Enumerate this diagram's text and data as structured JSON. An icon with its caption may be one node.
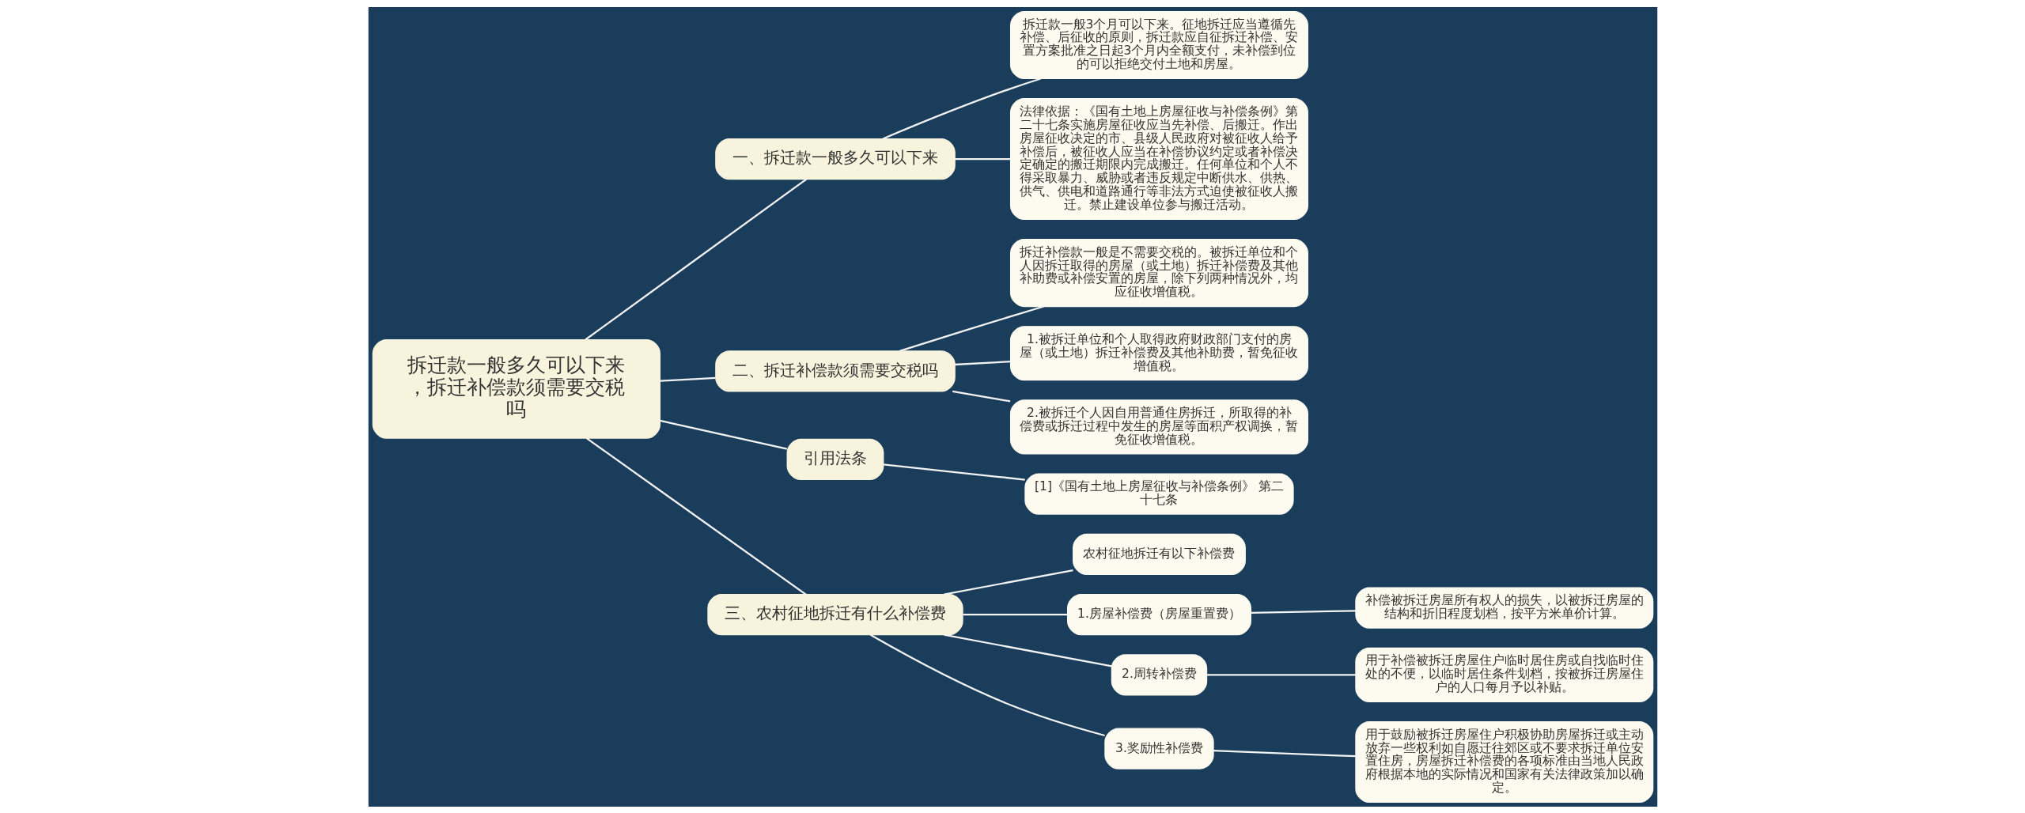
{
  "diagram": {
    "nodes": [
      {
        "text": [
          "拆迁款一般多久可以下来，拆迁补偿款须需要交税吗"
        ]
      },
      {
        "text": [
          "一、拆迁款一般多久可以下来"
        ]
      },
      {
        "text": [
          "拆迁款一般3个月可以下来。征地拆迁应当遵循先补偿、后征收的原则，拆迁款应自征拆迁补偿、安置方案批准之日起3个月内全额支付，未补偿到位的可以拒绝交付土地和房屋。"
        ]
      },
      {
        "text": [
          "法律依据：《国有土地上房屋征收与补偿条例》第二十七条实施房屋征收应当先补偿、后搬迁。作出房屋征收决定的市、县级人民政府对被征收人给予补偿后，被征收人应当在补偿协议约定或者补偿决定确定的搬迁期限内完成搬迁。任何单位和个人不得采取暴力、威胁或者违反规定中断供水、供热、供气、供电和道路通行等非法方式迫使被征收人搬迁。禁止建设单位参与搬迁活动。"
        ]
      },
      {
        "text": [
          "二、拆迁补偿款须需要交税吗"
        ]
      },
      {
        "text": [
          "拆迁补偿款一般是不需要交税的。被拆迁单位和个人因拆迁取得的房屋（或土地）拆迁补偿费及其他补助费或补偿安置的房屋，除下列两种情况外，均应征收增值税。"
        ]
      },
      {
        "text": [
          "1.被拆迁单位和个人取得政府财政部门支付的房屋（或土地）拆迁补偿费及其他补助费，暂免征收增值税。"
        ]
      },
      {
        "text": [
          "2.被拆迁个人因自用普通住房拆迁，所取得的补偿费或拆迁过程中发生的房屋等面积产权调换，暂免征收增值税。"
        ]
      },
      {
        "text": [
          "引用法条"
        ]
      },
      {
        "text": [
          "[1]《国有土地上房屋征收与补偿条例》 第二十七条"
        ]
      },
      {
        "text": [
          "三、农村征地拆迁有什么补偿费"
        ]
      },
      {
        "text": [
          "农村征地拆迁有以下补偿费"
        ]
      },
      {
        "text": [
          "1.房屋补偿费（房屋重置费）"
        ]
      },
      {
        "text": [
          "补偿被拆迁房屋所有权人的损失，以被拆迁房屋的结构和折旧程度划档，按平方米单价计算。"
        ]
      },
      {
        "text": [
          "2.周转补偿费"
        ]
      },
      {
        "text": [
          "用于补偿被拆迁房屋住户临时居住房或自找临时住处的不便，以临时居住条件划档，按被拆迁房屋住户的人口每月予以补贴。"
        ]
      },
      {
        "text": [
          "3.奖励性补偿费"
        ]
      },
      {
        "text": [
          "用于鼓励被拆迁房屋住户积极协助房屋拆迁或主动放弃一些权利如自愿迁往郊区或不要求拆迁单位安置住房，房屋拆迁补偿费的各项标准由当地人民政府根据本地的实际情况和国家有关法律政策加以确定。"
        ]
      }
    ],
    "edges": [
      {
        "from": 0,
        "to": 1,
        "arrow": "none"
      },
      {
        "from": 1,
        "to": 2,
        "arrow": "none"
      },
      {
        "from": 1,
        "to": 3,
        "arrow": "none"
      },
      {
        "from": 0,
        "to": 4,
        "arrow": "none"
      },
      {
        "from": 4,
        "to": 5,
        "arrow": "none"
      },
      {
        "from": 4,
        "to": 6,
        "arrow": "none"
      },
      {
        "from": 4,
        "to": 7,
        "arrow": "none"
      },
      {
        "from": 0,
        "to": 8,
        "arrow": "none"
      },
      {
        "from": 8,
        "to": 9,
        "arrow": "none"
      },
      {
        "from": 0,
        "to": 10,
        "arrow": "none"
      },
      {
        "from": 10,
        "to": 11,
        "arrow": "none"
      },
      {
        "from": 10,
        "to": 12,
        "arrow": "none"
      },
      {
        "from": 12,
        "to": 13,
        "arrow": "none"
      },
      {
        "from": 10,
        "to": 14,
        "arrow": "none"
      },
      {
        "from": 14,
        "to": 15,
        "arrow": "none"
      },
      {
        "from": 10,
        "to": 16,
        "arrow": "none"
      },
      {
        "from": 16,
        "to": 17,
        "arrow": "none"
      }
    ]
  }
}
